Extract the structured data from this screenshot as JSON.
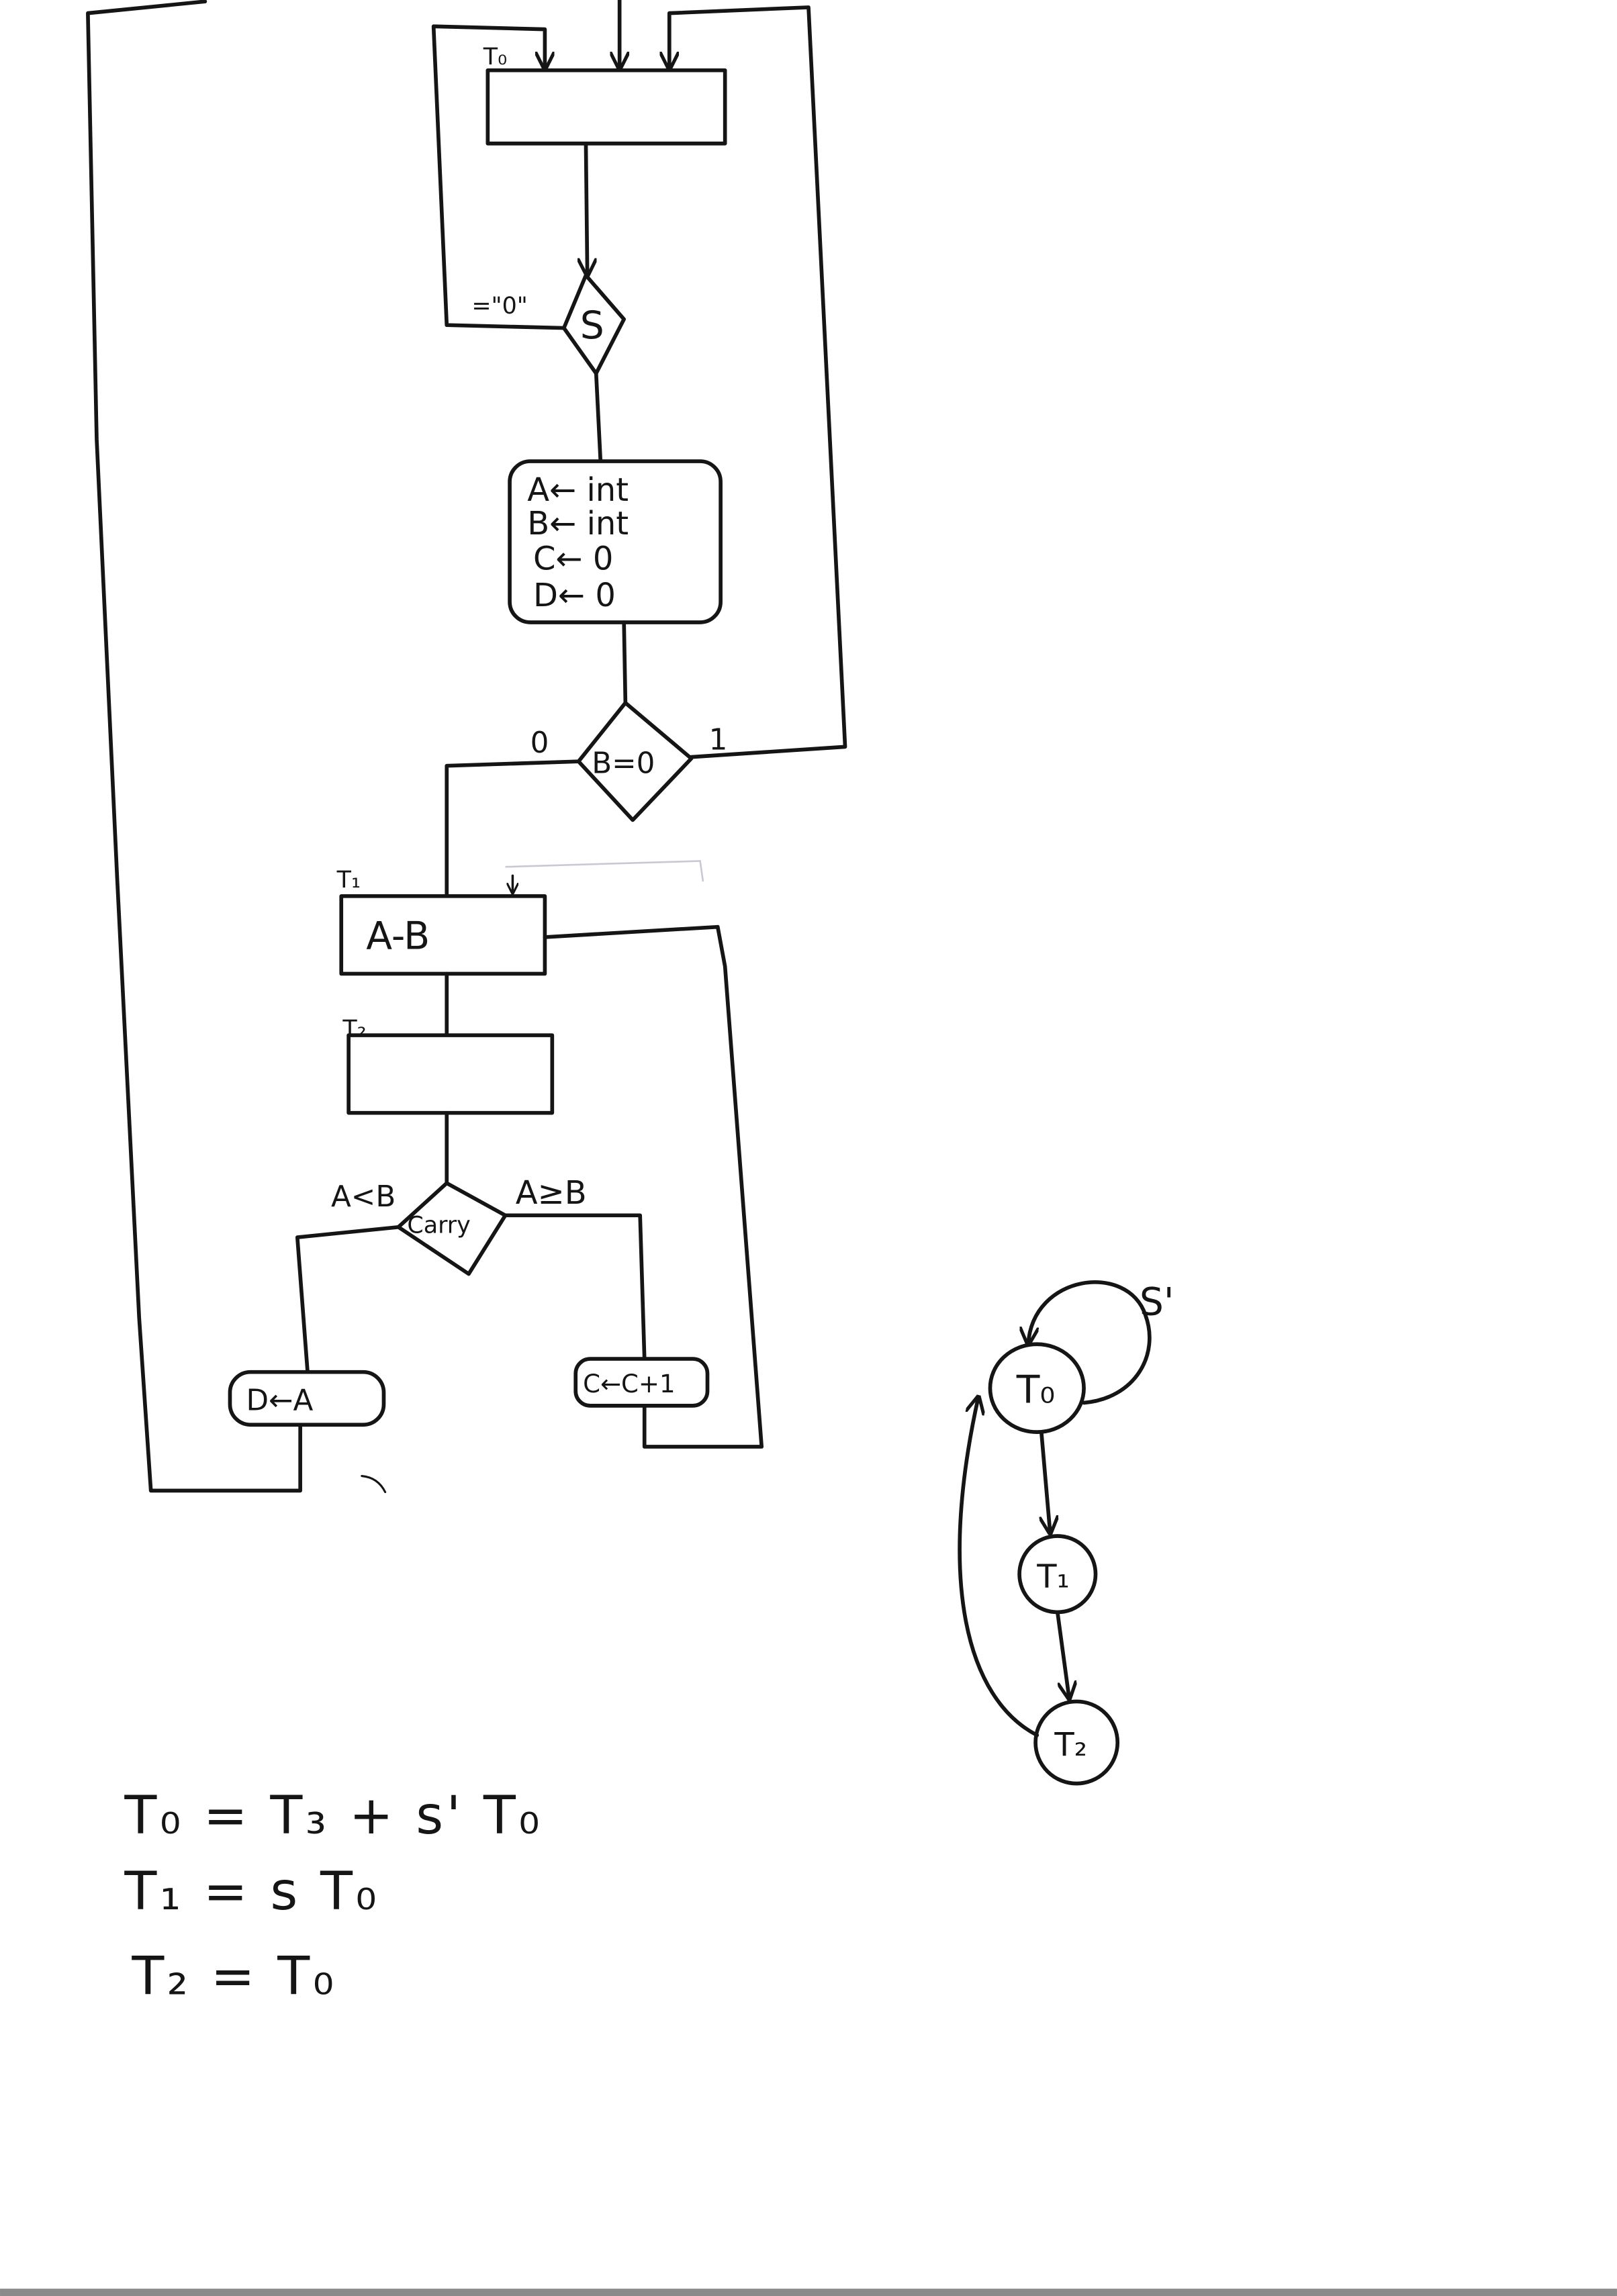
{
  "asm_chart": {
    "state_labels": {
      "t0": "T₀",
      "t1": "T₁",
      "t2": "T₂"
    },
    "decisions": {
      "s": "S",
      "s_false_label": "=\"0\"",
      "b_zero": "B=0",
      "b_zero_false": "0",
      "b_zero_true": "1",
      "carry": "Carry",
      "carry_lt": "A<B",
      "carry_ge": "A≥B"
    },
    "init_block": [
      "A← int",
      "B← int",
      "C← 0",
      "D← 0"
    ],
    "t1_block": "A-B",
    "d_block": "D←A",
    "c_block": "C←C+1"
  },
  "state_diagram": {
    "states": [
      "T₀",
      "T₁",
      "T₂"
    ],
    "self_loop_label": "S'"
  },
  "equations": [
    "T₀ = T₃ + s' T₀",
    "T₁ = s T₀",
    "T₂ = T₀"
  ]
}
